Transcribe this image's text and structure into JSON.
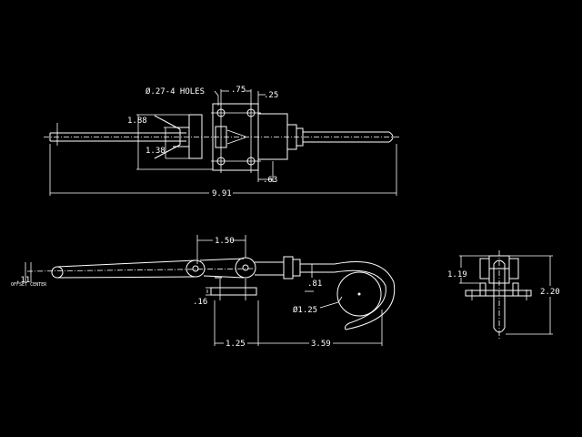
{
  "colors": {
    "background": "#000000",
    "lines": "#ffffff"
  },
  "top_view": {
    "holes_note": "Ø.27-4 HOLES",
    "dim_hole_spacing_x": ".75",
    "dim_edge": ".25",
    "dim_height_outer": "1.88",
    "dim_height_inner": "1.38",
    "dim_bottom_offset": ".63",
    "dim_overall_length": "9.91"
  },
  "side_view": {
    "dim_center_offset": ".11",
    "offset_note": "OFFSET CENTER",
    "dim_top_span": "1.50",
    "dim_ball_offset": ".81",
    "dim_base_thickness": ".16",
    "dim_radius": "Ø1.25",
    "dim_base_length": "1.25",
    "dim_reach": "3.59"
  },
  "end_view": {
    "dim_height_small": "1.19",
    "dim_height_total": "2.20"
  }
}
